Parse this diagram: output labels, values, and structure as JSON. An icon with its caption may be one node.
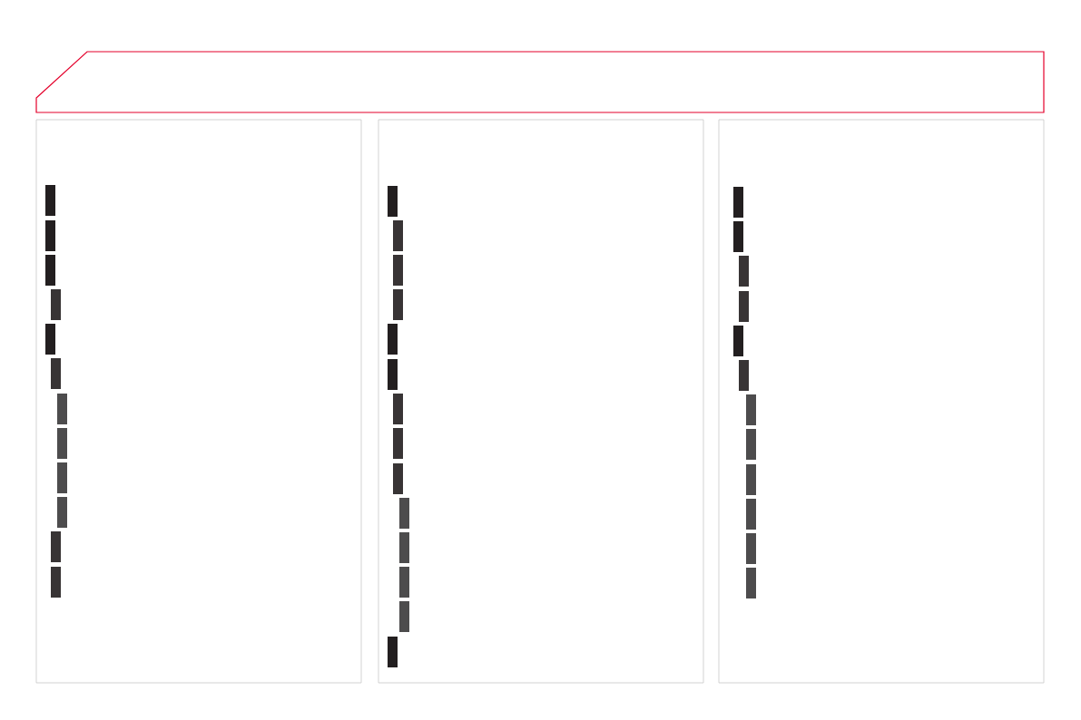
{
  "diagram": {
    "nodes": [
      {
        "text": [],
        "shape": "banner"
      },
      {
        "text": [],
        "shape": "box"
      },
      {
        "text": [],
        "shape": "bar",
        "in": 1
      },
      {
        "text": [],
        "shape": "bar",
        "in": 1
      },
      {
        "text": [],
        "shape": "bar",
        "in": 1
      },
      {
        "text": [],
        "shape": "bar",
        "in": 1
      },
      {
        "text": [],
        "shape": "bar",
        "in": 1
      },
      {
        "text": [],
        "shape": "bar",
        "in": 1
      },
      {
        "text": [],
        "shape": "bar",
        "in": 1
      },
      {
        "text": [],
        "shape": "bar",
        "in": 1
      },
      {
        "text": [],
        "shape": "bar",
        "in": 1
      },
      {
        "text": [],
        "shape": "bar",
        "in": 1
      },
      {
        "text": [],
        "shape": "bar",
        "in": 1
      },
      {
        "text": [],
        "shape": "bar",
        "in": 1
      },
      {
        "text": [],
        "shape": "box"
      },
      {
        "text": [],
        "shape": "bar",
        "in": 14
      },
      {
        "text": [],
        "shape": "bar",
        "in": 14
      },
      {
        "text": [],
        "shape": "bar",
        "in": 14
      },
      {
        "text": [],
        "shape": "bar",
        "in": 14
      },
      {
        "text": [],
        "shape": "bar",
        "in": 14
      },
      {
        "text": [],
        "shape": "bar",
        "in": 14
      },
      {
        "text": [],
        "shape": "bar",
        "in": 14
      },
      {
        "text": [],
        "shape": "bar",
        "in": 14
      },
      {
        "text": [],
        "shape": "bar",
        "in": 14
      },
      {
        "text": [],
        "shape": "bar",
        "in": 14
      },
      {
        "text": [],
        "shape": "bar",
        "in": 14
      },
      {
        "text": [],
        "shape": "bar",
        "in": 14
      },
      {
        "text": [],
        "shape": "bar",
        "in": 14
      },
      {
        "text": [],
        "shape": "bar",
        "in": 14
      },
      {
        "text": [],
        "shape": "box"
      },
      {
        "text": [],
        "shape": "bar",
        "in": 29
      },
      {
        "text": [],
        "shape": "bar",
        "in": 29
      },
      {
        "text": [],
        "shape": "bar",
        "in": 29
      },
      {
        "text": [],
        "shape": "bar",
        "in": 29
      },
      {
        "text": [],
        "shape": "bar",
        "in": 29
      },
      {
        "text": [],
        "shape": "bar",
        "in": 29
      },
      {
        "text": [],
        "shape": "bar",
        "in": 29
      },
      {
        "text": [],
        "shape": "bar",
        "in": 29
      },
      {
        "text": [],
        "shape": "bar",
        "in": 29
      },
      {
        "text": [],
        "shape": "bar",
        "in": 29
      },
      {
        "text": [],
        "shape": "bar",
        "in": 29
      },
      {
        "text": [],
        "shape": "bar",
        "in": 29
      }
    ]
  }
}
